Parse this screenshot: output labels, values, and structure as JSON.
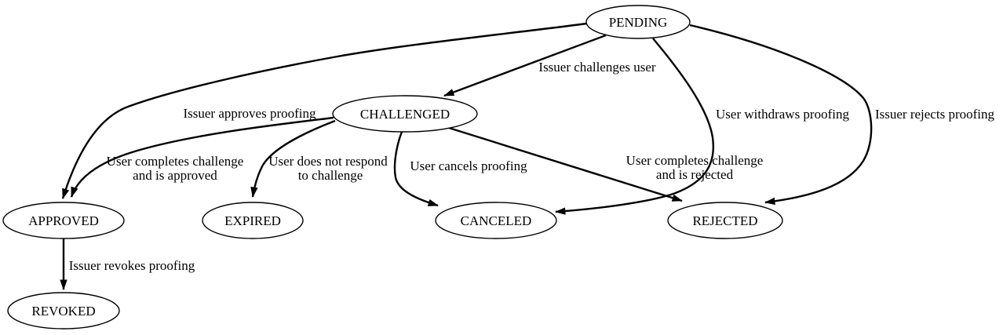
{
  "diagram": {
    "type": "state-transition-graph",
    "background_color": "#ffffff",
    "stroke_color": "#000000",
    "nodes": {
      "pending": {
        "label": "PENDING"
      },
      "challenged": {
        "label": "CHALLENGED"
      },
      "approved": {
        "label": "APPROVED"
      },
      "expired": {
        "label": "EXPIRED"
      },
      "canceled": {
        "label": "CANCELED"
      },
      "rejected": {
        "label": "REJECTED"
      },
      "revoked": {
        "label": "REVOKED"
      }
    },
    "edges": {
      "pending_challenged": {
        "from": "PENDING",
        "to": "CHALLENGED",
        "label_lines": [
          "Issuer challenges user"
        ]
      },
      "pending_approved": {
        "from": "PENDING",
        "to": "APPROVED",
        "label_lines": [
          "Issuer approves proofing"
        ]
      },
      "pending_canceled": {
        "from": "PENDING",
        "to": "CANCELED",
        "label_lines": [
          "User withdraws proofing"
        ]
      },
      "pending_rejected": {
        "from": "PENDING",
        "to": "REJECTED",
        "label_lines": [
          "Issuer rejects proofing"
        ]
      },
      "challenged_approved": {
        "from": "CHALLENGED",
        "to": "APPROVED",
        "label_lines": [
          "User completes challenge",
          "and is approved"
        ]
      },
      "challenged_expired": {
        "from": "CHALLENGED",
        "to": "EXPIRED",
        "label_lines": [
          "User does not respond",
          "to challenge"
        ]
      },
      "challenged_canceled": {
        "from": "CHALLENGED",
        "to": "CANCELED",
        "label_lines": [
          "User cancels proofing"
        ]
      },
      "challenged_rejected": {
        "from": "CHALLENGED",
        "to": "REJECTED",
        "label_lines": [
          "User completes challenge",
          "and is rejected"
        ]
      },
      "approved_revoked": {
        "from": "APPROVED",
        "to": "REVOKED",
        "label_lines": [
          "Issuer revokes proofing"
        ]
      }
    }
  }
}
